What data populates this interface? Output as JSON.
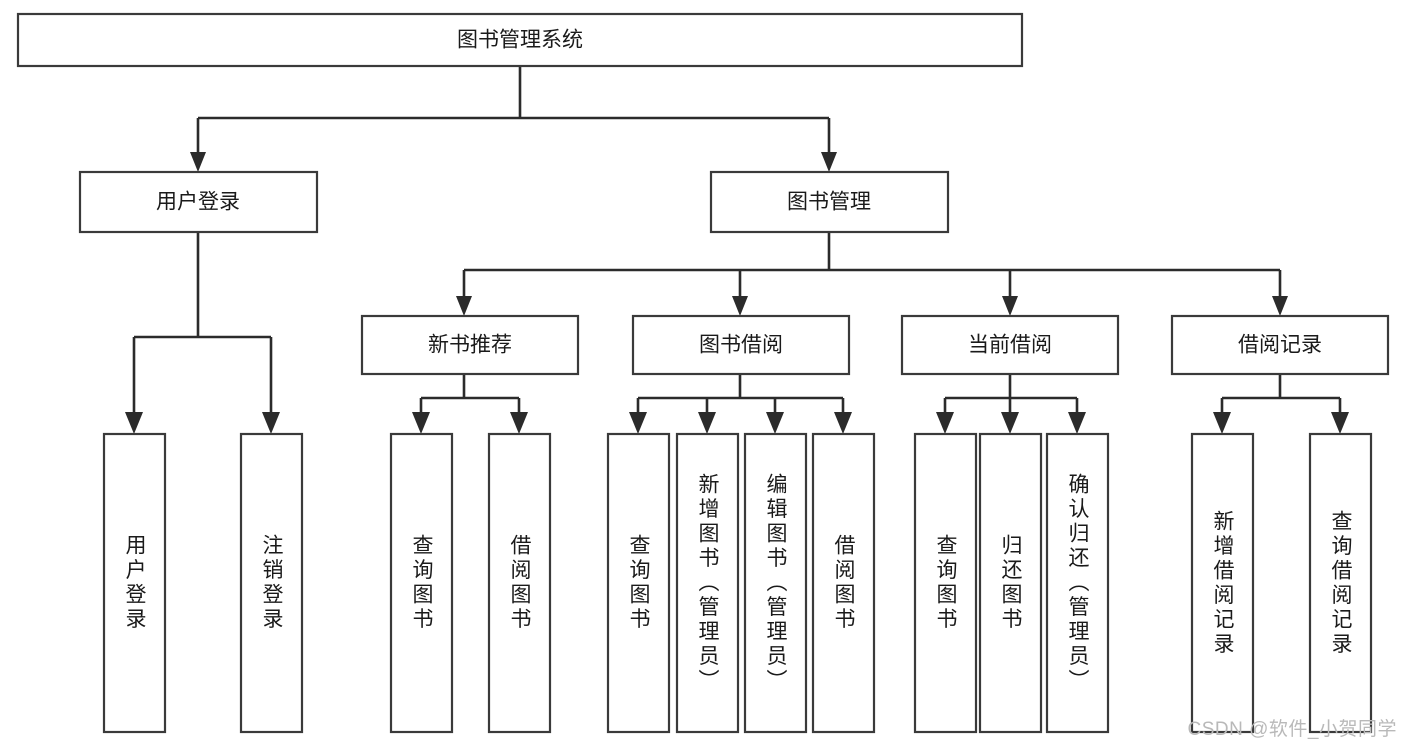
{
  "diagram": {
    "title": "图书管理系统",
    "watermark": "CSDN @软件_小贺同学",
    "colors": {
      "box_stroke": "#3a3a3a",
      "connector": "#2b2b2b",
      "text": "#1a1a1a",
      "background": "#ffffff",
      "watermark": "#b9b9b9"
    },
    "root": {
      "label": "图书管理系统"
    },
    "level2": [
      {
        "label": "用户登录"
      },
      {
        "label": "图书管理"
      }
    ],
    "level3": [
      {
        "label": "新书推荐"
      },
      {
        "label": "图书借阅"
      },
      {
        "label": "当前借阅"
      },
      {
        "label": "借阅记录"
      }
    ],
    "leaves": {
      "user_login": [
        {
          "label": "用户登录"
        },
        {
          "label": "注销登录"
        }
      ],
      "new_book_recommend": [
        {
          "label": "查询图书"
        },
        {
          "label": "借阅图书"
        }
      ],
      "book_borrow": [
        {
          "label": "查询图书"
        },
        {
          "label": "新增图书（管理员）"
        },
        {
          "label": "编辑图书（管理员）"
        },
        {
          "label": "借阅图书"
        }
      ],
      "current_borrow": [
        {
          "label": "查询图书"
        },
        {
          "label": "归还图书"
        },
        {
          "label": "确认归还（管理员）"
        }
      ],
      "borrow_record": [
        {
          "label": "新增借阅记录"
        },
        {
          "label": "查询借阅记录"
        }
      ]
    }
  }
}
